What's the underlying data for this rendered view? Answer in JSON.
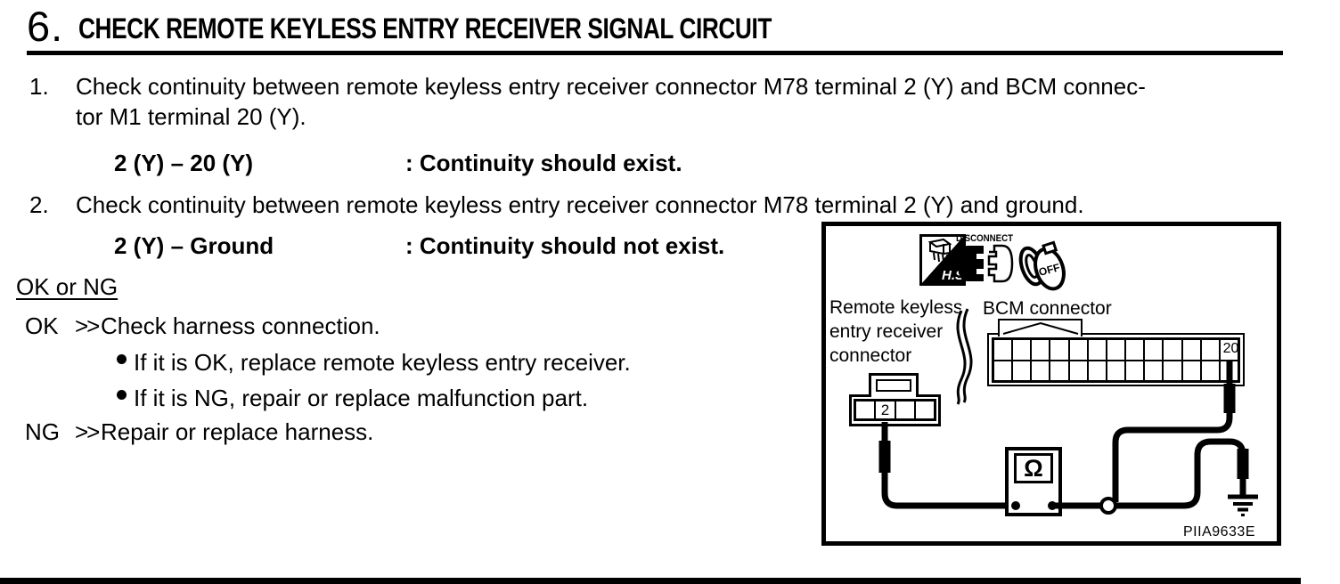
{
  "header": {
    "number": "6.",
    "title": "CHECK REMOTE KEYLESS ENTRY RECEIVER SIGNAL CIRCUIT"
  },
  "steps": [
    {
      "number": "1.",
      "text": "Check continuity between remote keyless entry receiver connector M78 terminal 2 (Y) and BCM connec-\ntor M1 terminal 20 (Y).",
      "spec_terminals": "2 (Y) – 20 (Y)",
      "spec_result": ": Continuity should exist."
    },
    {
      "number": "2.",
      "text": "Check continuity between remote keyless entry receiver connector M78 terminal 2 (Y) and ground.",
      "spec_terminals": "2 (Y) – Ground",
      "spec_result": ": Continuity should not exist."
    }
  ],
  "results": {
    "heading": "OK or NG",
    "ok": {
      "term": "OK",
      "prompt": ">>",
      "action": "Check harness connection."
    },
    "ok_sub": [
      "If it is OK, replace remote keyless entry receiver.",
      "If it is NG, repair or replace malfunction part."
    ],
    "ng": {
      "term": "NG",
      "prompt": ">>",
      "action": "Repair or replace harness."
    }
  },
  "figure": {
    "hs_icon_label": "H.S.",
    "disconnect_icon_label": "DISCONNECT",
    "key_icon_label": "OFF",
    "receiver_label": "Remote keyless\nentry receiver\nconnector",
    "bcm_label": "BCM connector",
    "receiver_terminal": "2",
    "bcm_terminal": "20",
    "ohmmeter_symbol": "Ω",
    "figure_code": "PIIA9633E",
    "bcm_grid": {
      "columns": 13,
      "rows": 2
    },
    "receiver_grid": {
      "columns": 4,
      "rows": 1
    }
  },
  "colors": {
    "ink": "#000000",
    "paper": "#ffffff"
  }
}
